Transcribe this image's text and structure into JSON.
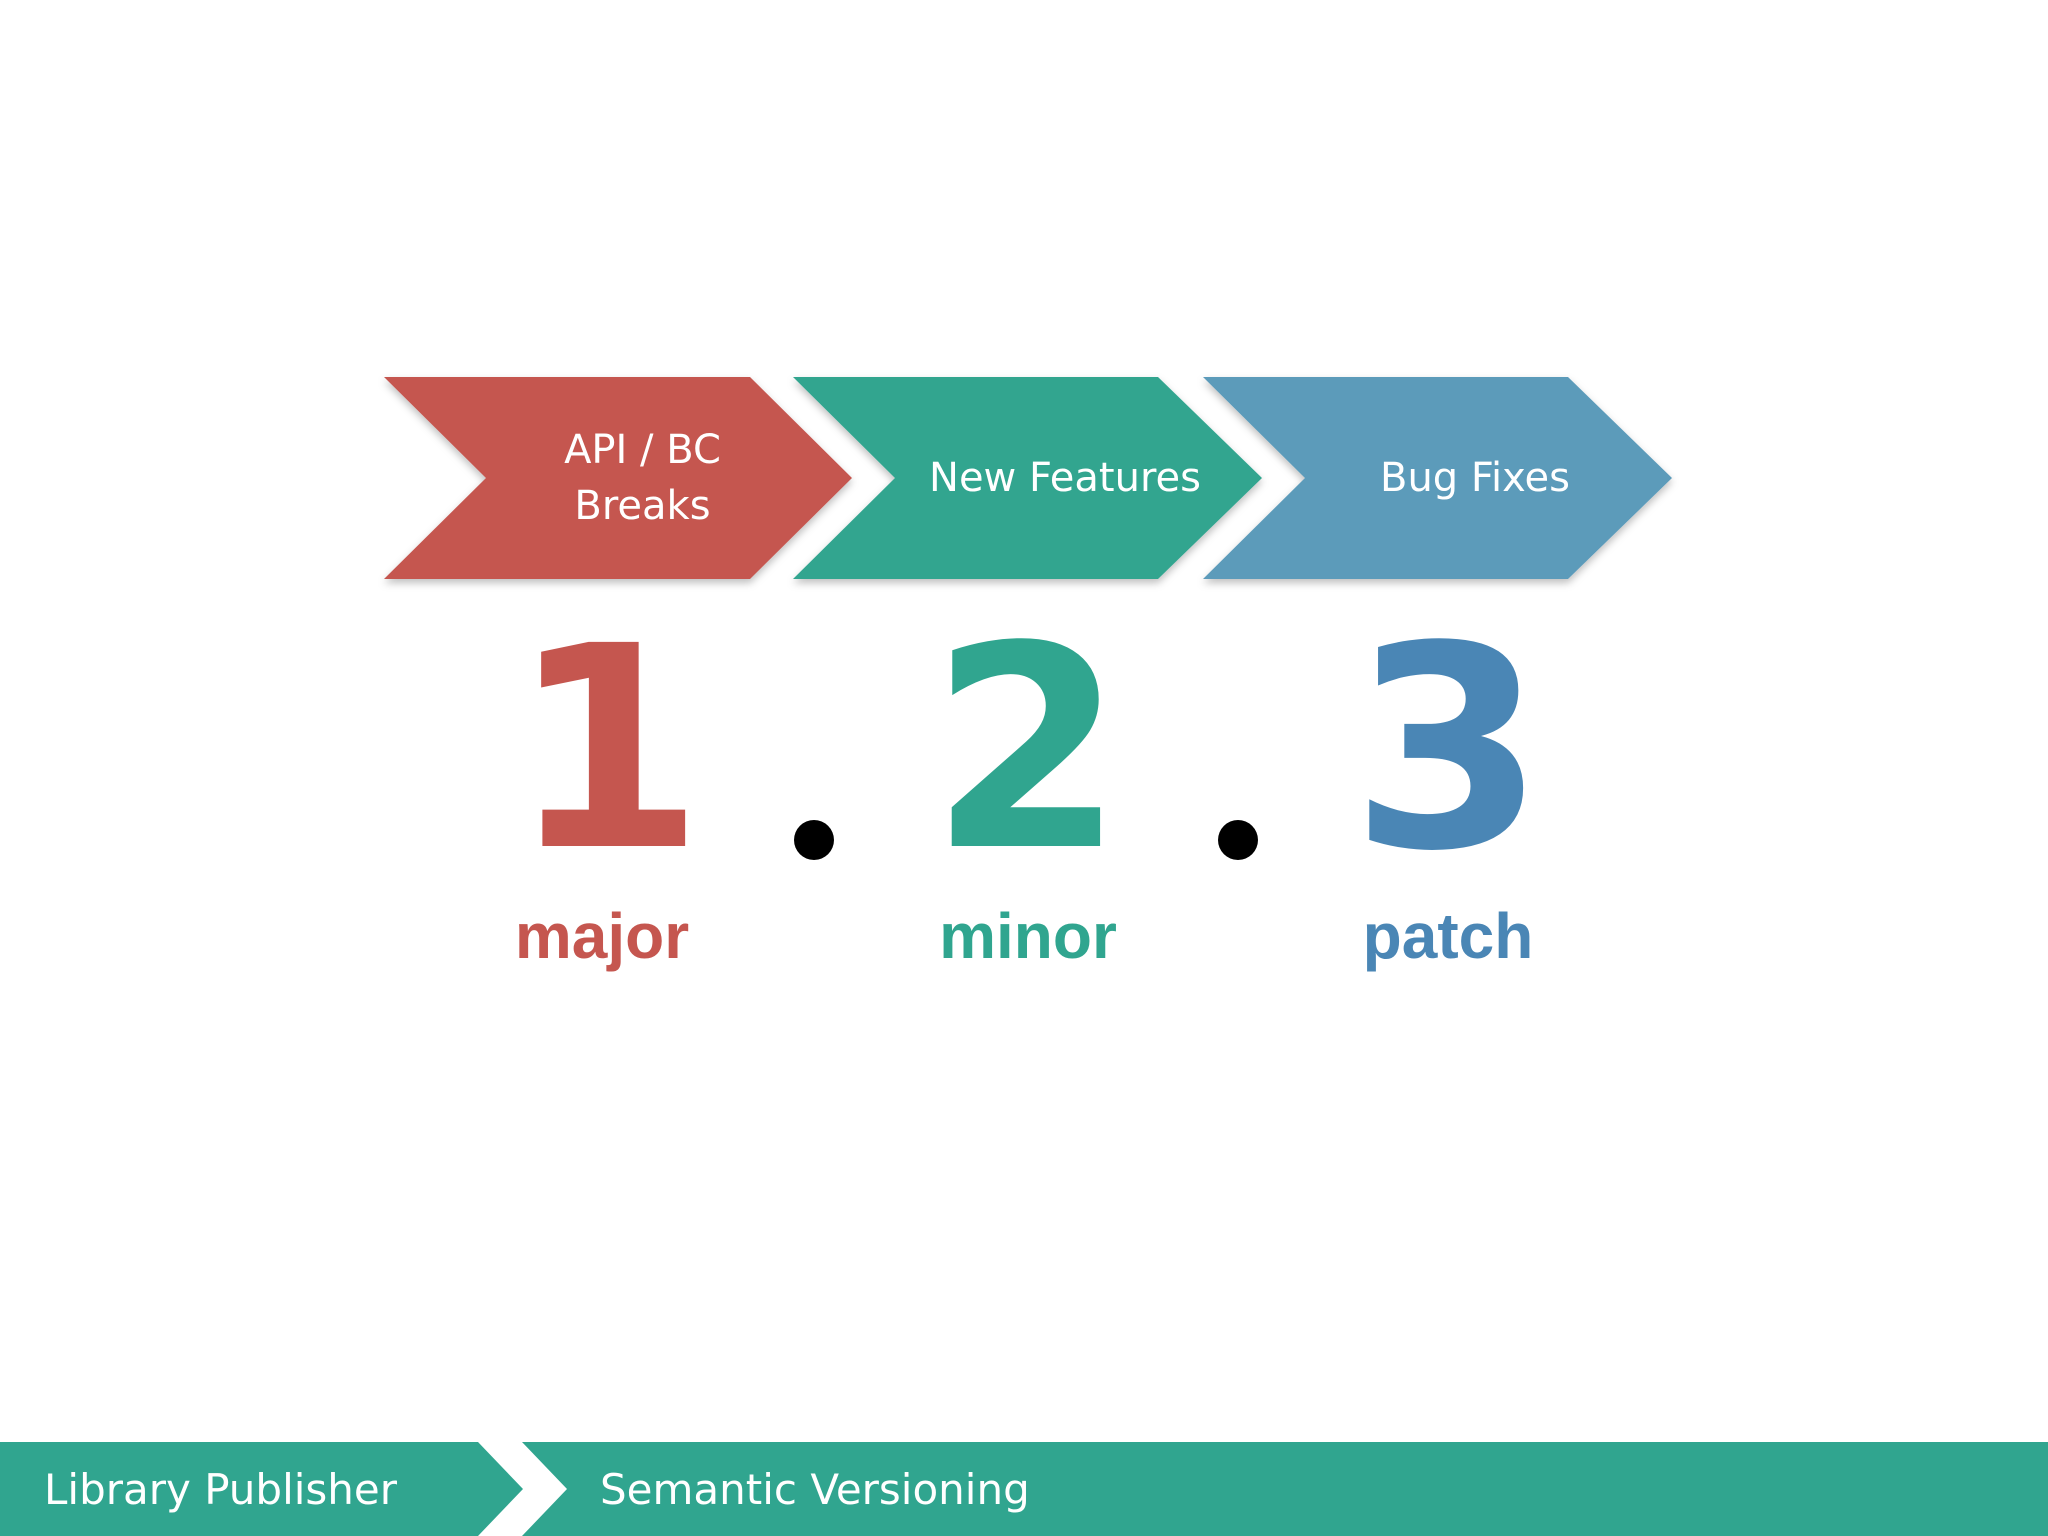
{
  "diagram": {
    "steps": [
      {
        "label": "API / BC\nBreaks",
        "color": "#c5564f"
      },
      {
        "label": "New Features",
        "color": "#30a58f"
      },
      {
        "label": "Bug Fixes",
        "color": "#5c9bba"
      }
    ],
    "version": {
      "major": {
        "digit": "1",
        "word": "major",
        "color": "#c5564f"
      },
      "minor": {
        "digit": "2",
        "word": "minor",
        "color": "#30a58f"
      },
      "patch": {
        "digit": "3",
        "word": "patch",
        "color": "#4a86b5"
      }
    }
  },
  "footer": {
    "section": "Library Publisher",
    "title": "Semantic Versioning",
    "color": "#30a58f"
  }
}
